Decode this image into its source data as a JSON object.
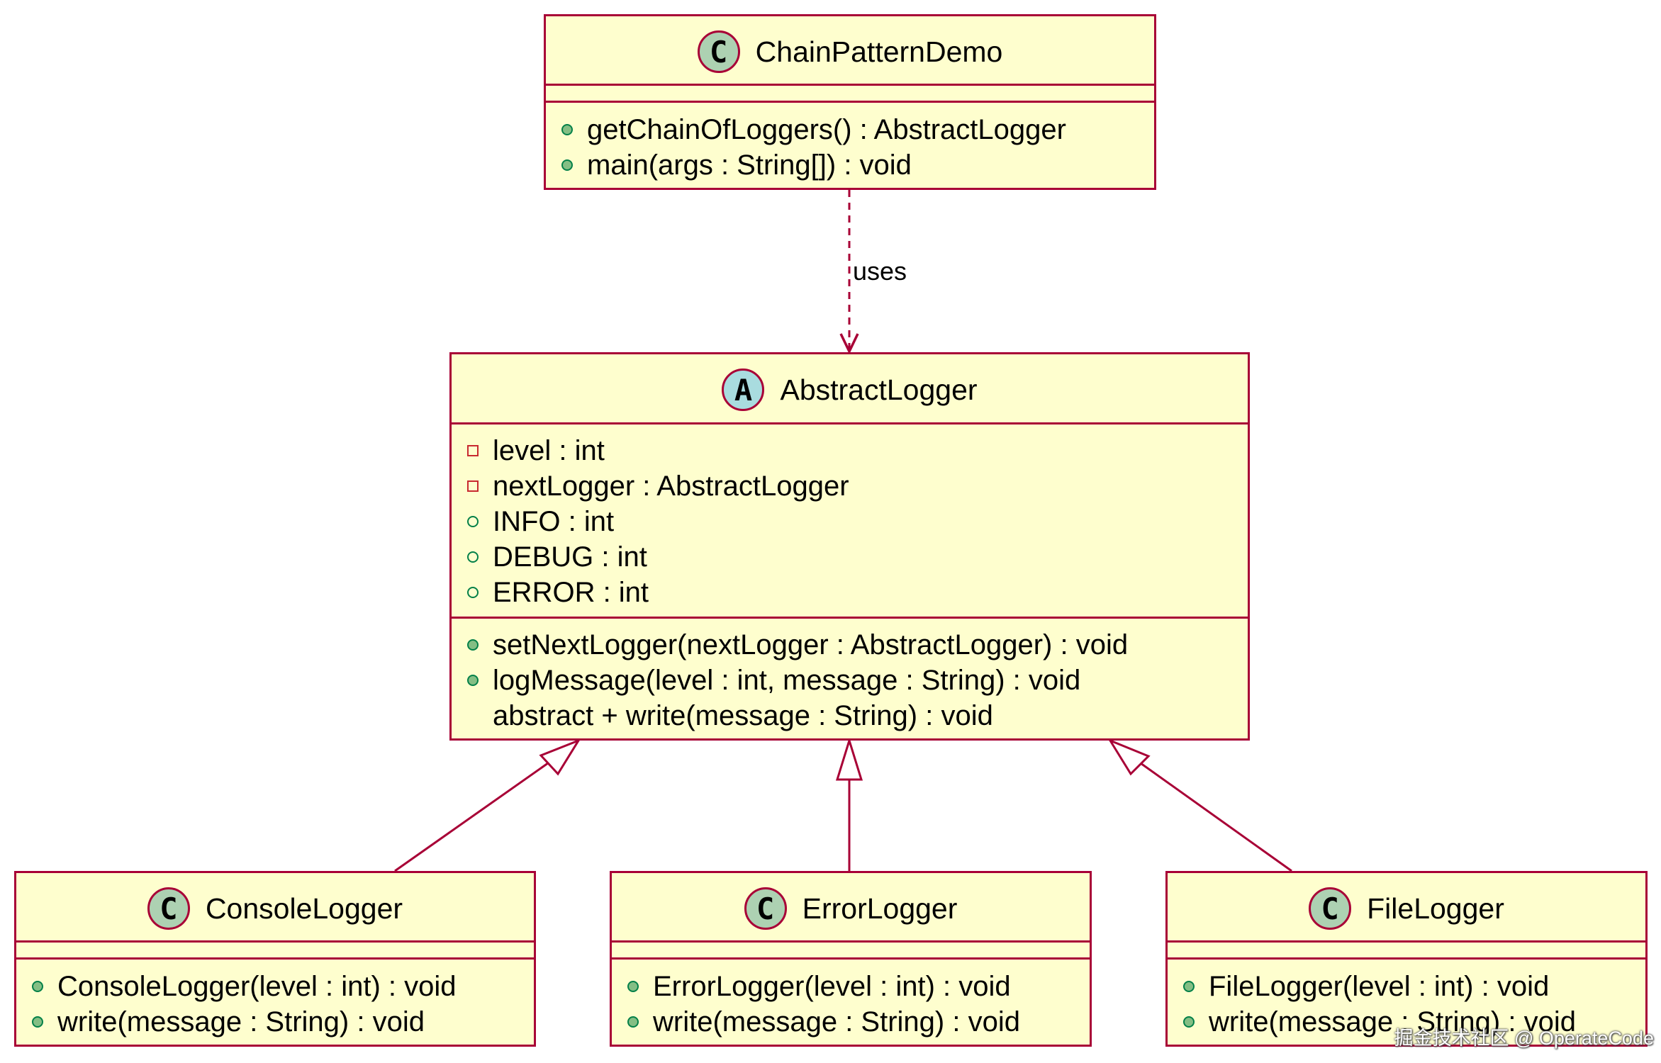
{
  "classes": {
    "demo": {
      "name": "ChainPatternDemo",
      "stereotype": "C",
      "fields": [],
      "methods": [
        {
          "vis": "pub-m",
          "text": "getChainOfLoggers() : AbstractLogger"
        },
        {
          "vis": "pub-m",
          "text": "main(args : String[]) : void"
        }
      ]
    },
    "abstract": {
      "name": "AbstractLogger",
      "stereotype": "A",
      "fields": [
        {
          "vis": "priv-f",
          "text": "level : int"
        },
        {
          "vis": "priv-f",
          "text": "nextLogger : AbstractLogger"
        },
        {
          "vis": "pub-f",
          "text": "INFO : int"
        },
        {
          "vis": "pub-f",
          "text": "DEBUG : int"
        },
        {
          "vis": "pub-f",
          "text": "ERROR : int"
        }
      ],
      "methods": [
        {
          "vis": "pub-m",
          "text": "setNextLogger(nextLogger : AbstractLogger) : void"
        },
        {
          "vis": "pub-m",
          "text": "logMessage(level : int, message : String) : void"
        },
        {
          "vis": "none",
          "text": "abstract + write(message : String) : void"
        }
      ]
    },
    "console": {
      "name": "ConsoleLogger",
      "stereotype": "C",
      "fields": [],
      "methods": [
        {
          "vis": "pub-m",
          "text": "ConsoleLogger(level : int) : void"
        },
        {
          "vis": "pub-m",
          "text": "write(message : String) : void"
        }
      ]
    },
    "error": {
      "name": "ErrorLogger",
      "stereotype": "C",
      "fields": [],
      "methods": [
        {
          "vis": "pub-m",
          "text": "ErrorLogger(level : int) : void"
        },
        {
          "vis": "pub-m",
          "text": "write(message : String) : void"
        }
      ]
    },
    "file": {
      "name": "FileLogger",
      "stereotype": "C",
      "fields": [],
      "methods": [
        {
          "vis": "pub-m",
          "text": "FileLogger(level : int) : void"
        },
        {
          "vis": "pub-m",
          "text": "write(message : String) : void"
        }
      ]
    }
  },
  "relations": {
    "uses_label": "uses"
  },
  "colors": {
    "class_fill": "#fefece",
    "border": "#a80036",
    "class_badge": "#add1b2",
    "abstract_badge": "#a9dcdf"
  },
  "watermark": "掘金技术社区 @ OperateCode"
}
